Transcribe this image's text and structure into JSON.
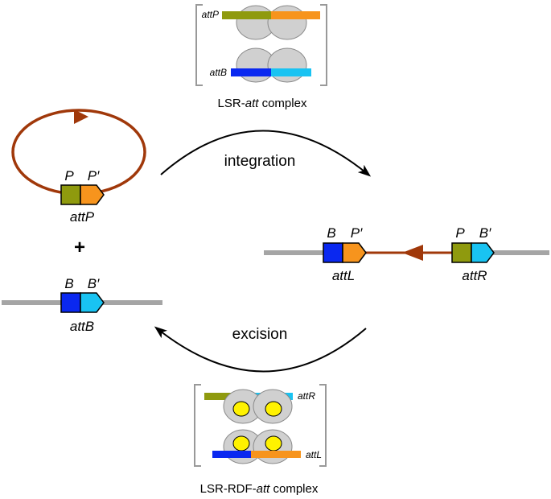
{
  "colors": {
    "olive": "#8F9A0E",
    "orange": "#F7941D",
    "blue": "#0A28F0",
    "cyan": "#19C3F2",
    "brown": "#A0380A",
    "gray": "#A5A5A5",
    "protein": "#D0D0D0",
    "rdf": "#FFF200"
  },
  "top_complex": {
    "caption_prefix": "LSR-",
    "caption_italic": "att",
    "caption_suffix": " complex",
    "row1_label": "attP",
    "row2_label": "attB"
  },
  "bottom_complex": {
    "caption_prefix": "LSR-RDF-",
    "caption_italic": "att",
    "caption_suffix": " complex",
    "row1_label": "attR",
    "row2_label": "attL"
  },
  "plasmid": {
    "half_left": "P",
    "half_right": "P′",
    "site_name": "attP"
  },
  "plus": "+",
  "bacterial": {
    "half_left": "B",
    "half_right": "B′",
    "site_name": "attB"
  },
  "product": {
    "left_half_left": "B",
    "left_half_right": "P′",
    "left_site_name": "attL",
    "right_half_left": "P",
    "right_half_right": "B′",
    "right_site_name": "attR"
  },
  "reactions": {
    "forward": "integration",
    "reverse": "excision"
  }
}
